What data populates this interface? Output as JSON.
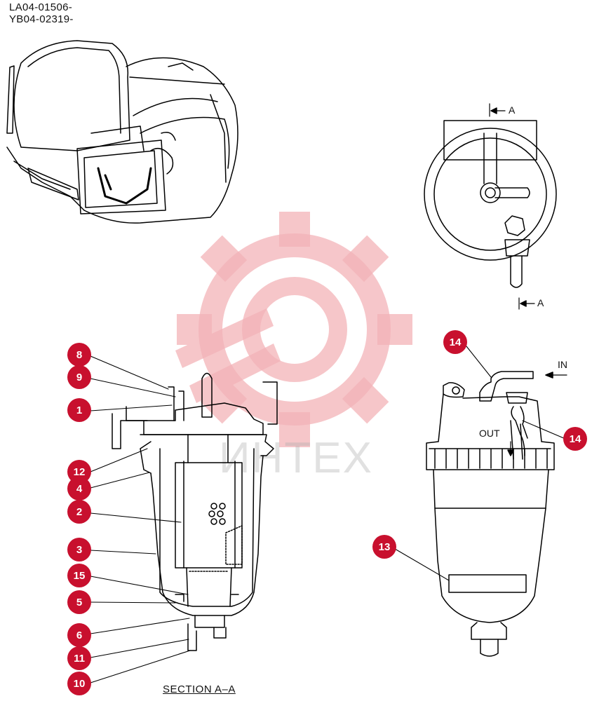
{
  "serials": [
    "LA04-01506-",
    "YB04-02319-"
  ],
  "labels": {
    "section_arrow_top": "A",
    "section_arrow_bottom": "A",
    "in": "IN",
    "out": "OUT",
    "section_title": "SECTION A–A"
  },
  "watermark": "ИНТЕХ",
  "callouts": [
    "8",
    "9",
    "1",
    "12",
    "4",
    "2",
    "3",
    "15",
    "5",
    "6",
    "11",
    "10",
    "14",
    "14",
    "13"
  ],
  "colors": {
    "callout": "#c8102e",
    "watermark_gear": "#f3b3b8",
    "line": "#000000"
  }
}
